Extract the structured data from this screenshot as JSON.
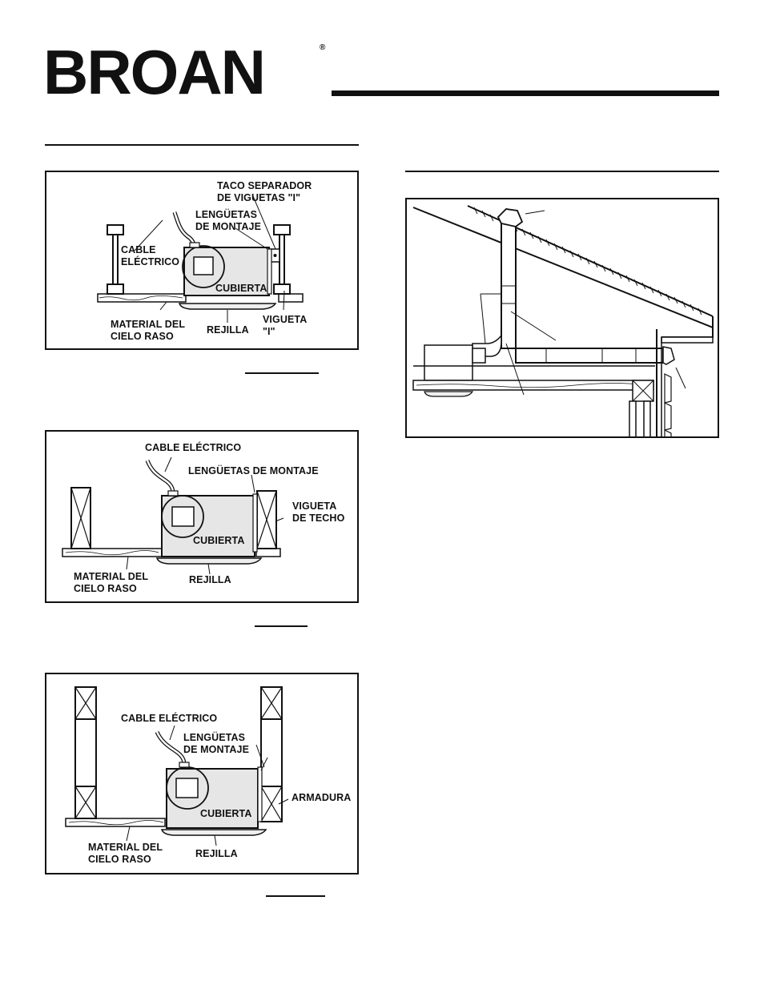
{
  "brand": {
    "logo_text": "BROAN",
    "registered_mark": "®"
  },
  "figure1": {
    "labels": {
      "spacer": "TACO SEPARADOR\nDE VIGUETAS \"I\"",
      "tabs": "LENGÜETAS\nDE MONTAJE",
      "cable": "CABLE\nELÉCTRICO",
      "housing": "CUBIERTA",
      "ceiling": "MATERIAL DEL\nCIELO RASO",
      "grille": "REJILLA",
      "joist": "VIGUETA\n\"I\""
    }
  },
  "figure2": {
    "labels": {
      "cable": "CABLE ELÉCTRICO",
      "tabs": "LENGÜETAS DE MONTAJE",
      "joist": "VIGUETA\nDE TECHO",
      "housing": "CUBIERTA",
      "ceiling": "MATERIAL DEL\nCIELO RASO",
      "grille": "REJILLA"
    }
  },
  "figure3": {
    "labels": {
      "cable": "CABLE ELÉCTRICO",
      "tabs": "LENGÜETAS\nDE MONTAJE",
      "truss": "ARMADURA",
      "housing": "CUBIERTA",
      "ceiling": "MATERIAL DEL\nCIELO RASO",
      "grille": "REJILLA"
    }
  },
  "colors": {
    "ink": "#111111",
    "housing_fill": "#e6e6e6",
    "grille_fill": "#eeeeee"
  }
}
